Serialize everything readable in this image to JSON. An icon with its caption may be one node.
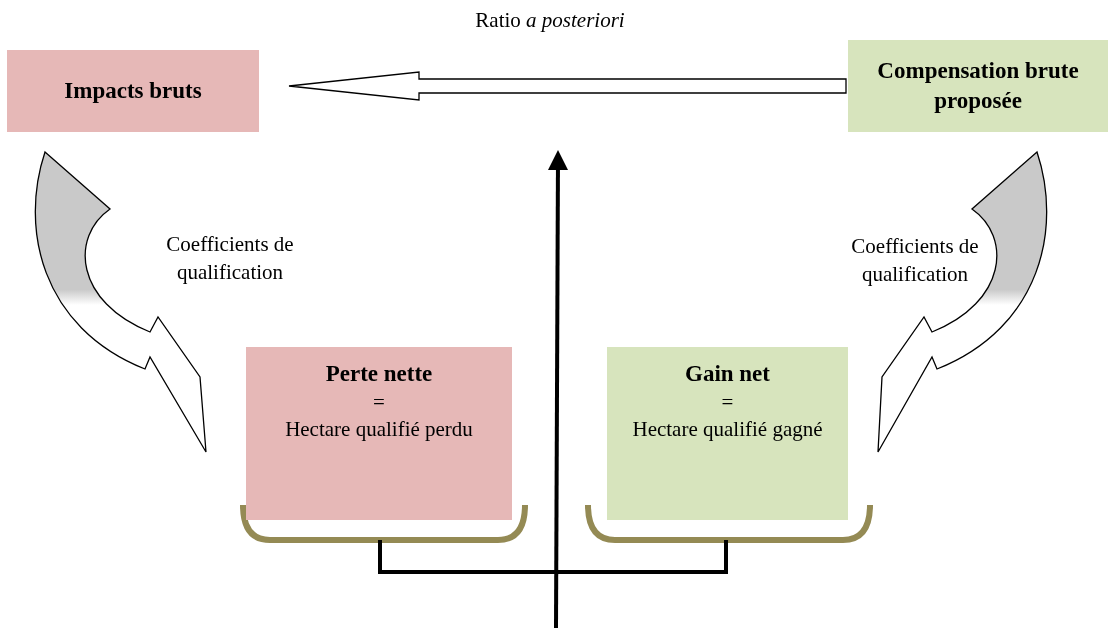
{
  "diagram": {
    "nodes": [
      {
        "text": [
          "Impacts bruts"
        ]
      },
      {
        "text": [
          "Compensation brute proposée"
        ]
      },
      {
        "text": [
          "Perte nette",
          "=",
          "Hectare qualifié perdu"
        ]
      },
      {
        "text": [
          "Gain net",
          "=",
          "Hectare qualifié gagné"
        ]
      }
    ],
    "edges": [
      {
        "from": 1,
        "to": 0,
        "arrow": "to",
        "label": "Ratio *a posteriori*"
      },
      {
        "from": 0,
        "to": 2,
        "arrow": "to",
        "label": "Coefficients de qualification"
      },
      {
        "from": 1,
        "to": 3,
        "arrow": "to",
        "label": "Coefficients de qualification"
      }
    ]
  }
}
